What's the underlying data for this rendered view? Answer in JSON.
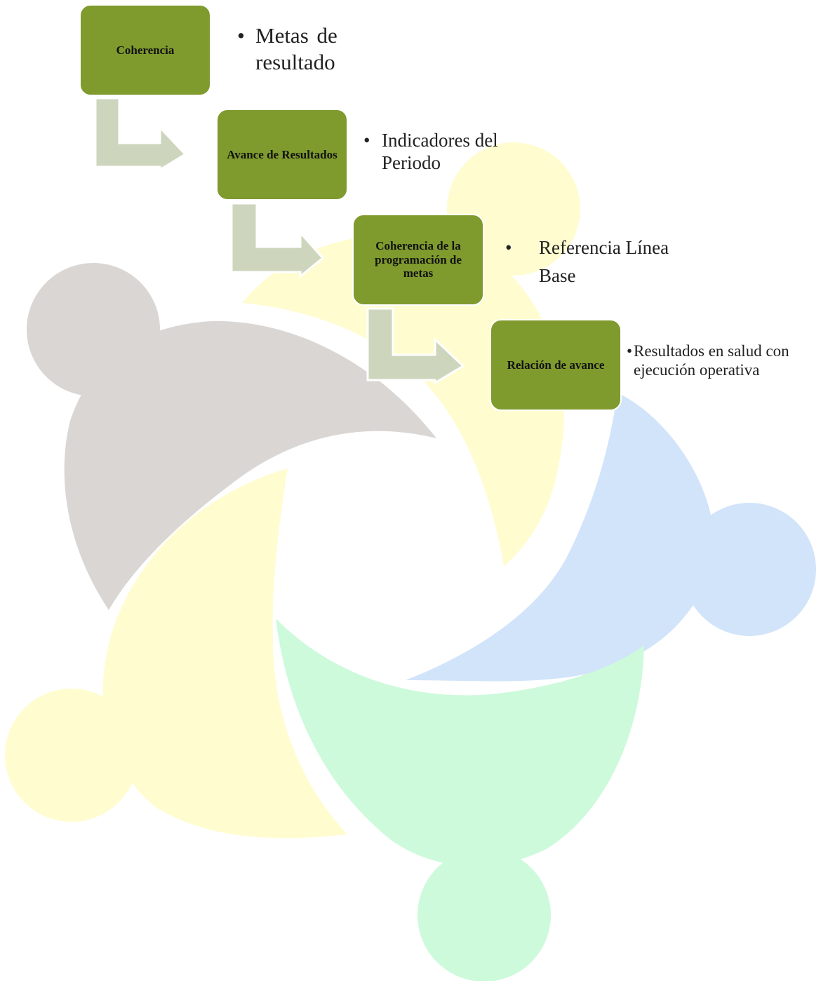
{
  "colors": {
    "box_fill": "#7f9a2d",
    "arrow_fill": "#cdd6bd",
    "figure_grey": "#d9d6d4",
    "figure_yellow": "#fffcd0",
    "figure_blue": "#d2e4fa",
    "figure_green": "#cdfadb"
  },
  "steps": [
    {
      "label": "Coherencia",
      "note": "Metas  de resultado"
    },
    {
      "label": "Avance de Resultados",
      "note": "Indicadores del Periodo"
    },
    {
      "label": "Coherencia de la programación de metas",
      "note": "Referencia Línea Base"
    },
    {
      "label": "Relación de avance",
      "note": "Resultados en salud con ejecución operativa"
    }
  ]
}
